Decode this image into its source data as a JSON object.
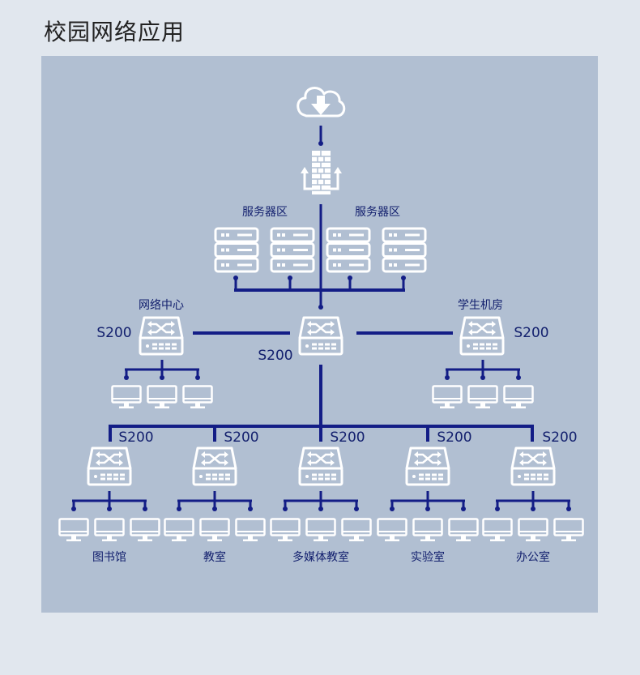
{
  "title": "校园网络应用",
  "colors": {
    "page_bg": "#e1e7ee",
    "panel_bg": "#b1bfd2",
    "line": "#131d86",
    "icon": "#ffffff"
  },
  "server_zones": [
    "服务器区",
    "服务器区"
  ],
  "core_switch": {
    "model": "S200",
    "icon": "switch-icon"
  },
  "network_center": {
    "name": "网络中心",
    "model": "S200"
  },
  "student_room": {
    "name": "学生机房",
    "model": "S200"
  },
  "branches": [
    {
      "name": "图书馆",
      "model": "S200"
    },
    {
      "name": "教室",
      "model": "S200"
    },
    {
      "name": "多媒体教室",
      "model": "S200"
    },
    {
      "name": "实验室",
      "model": "S200"
    },
    {
      "name": "办公室",
      "model": "S200"
    }
  ],
  "icons": [
    "cloud-download-icon",
    "firewall-icon",
    "server-icon",
    "switch-icon",
    "monitor-icon"
  ]
}
